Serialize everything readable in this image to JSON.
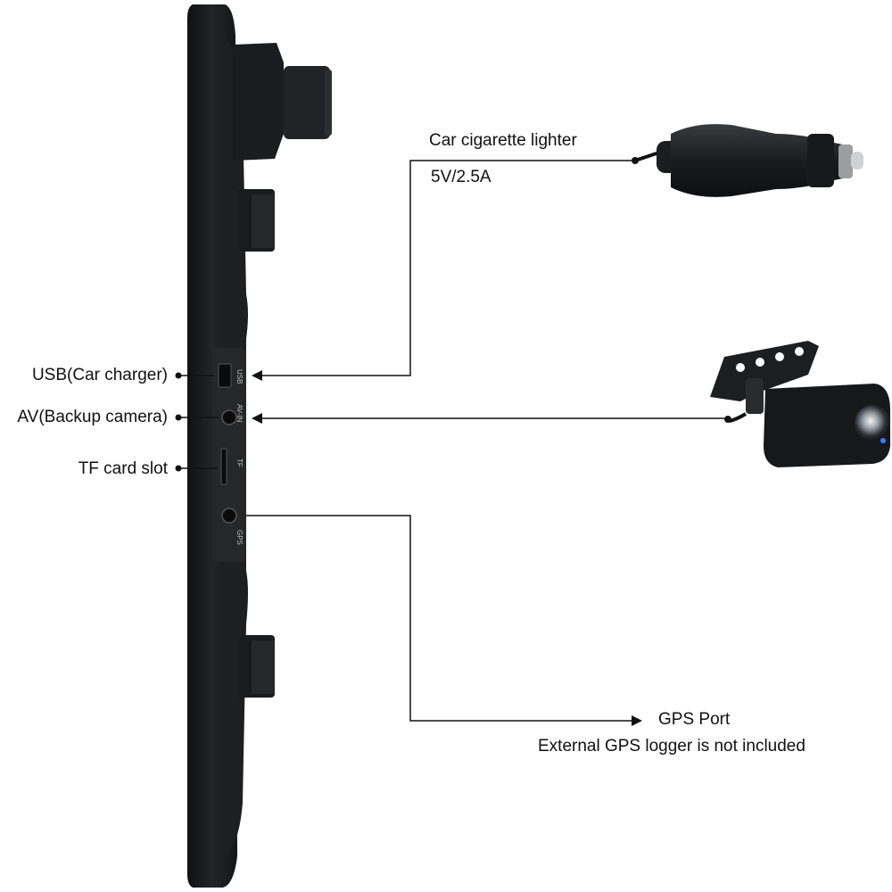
{
  "labels": {
    "car_lighter": "Car cigarette lighter",
    "car_lighter_spec": "5V/2.5A",
    "usb": "USB(Car charger)",
    "av": "AV(Backup camera)",
    "tf": "TF card slot",
    "gps_port": "GPS Port",
    "gps_note": "External  GPS logger is not included"
  },
  "port_markings": {
    "usb": "USB",
    "av": "AV-IN",
    "tf": "TF",
    "gps": "GPS"
  },
  "colors": {
    "device_body": "#1a1b1d",
    "device_edge": "#2b2c2f",
    "line": "#111111",
    "background": "#ffffff"
  }
}
